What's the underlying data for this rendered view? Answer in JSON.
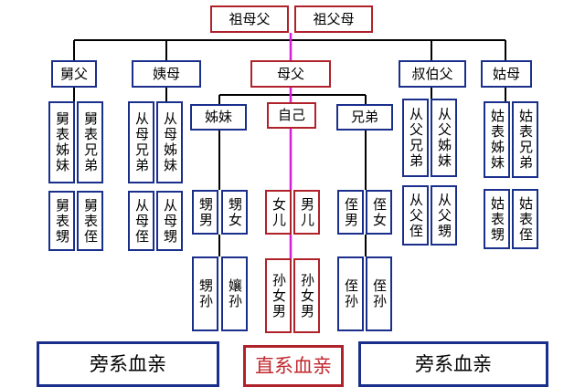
{
  "colors": {
    "blue": "#1a2f8c",
    "red": "#b0222b",
    "line": "#000000",
    "magenta": "#d51fd5"
  },
  "top": {
    "paternal_grandparents": "祖父母",
    "maternal_grandparents": "祖母父"
  },
  "uncle_maternal": "舅父",
  "aunt_maternal": "姨母",
  "parents": "母父",
  "uncle_paternal": "叔伯父",
  "aunt_paternal": "姑母",
  "sister": "姊妹",
  "self": "自己",
  "brother": "兄弟",
  "col_maternal_uncle": {
    "a": "舅表姊妹",
    "b": "舅表兄弟",
    "c": "舅表甥",
    "d": "舅表侄"
  },
  "col_maternal_aunt": {
    "a": "从母兄弟",
    "b": "从母姊妹",
    "c": "从母侄",
    "d": "从母甥"
  },
  "col_sister": {
    "a": "甥男",
    "b": "甥女",
    "c": "甥孙",
    "d": "孃孙"
  },
  "col_self": {
    "a": "女儿",
    "b": "男儿",
    "c": "孙女男",
    "d": "孙女男"
  },
  "col_brother": {
    "a": "侄男",
    "b": "侄女",
    "c": "侄孙",
    "d": "侄孙"
  },
  "col_paternal_uncle": {
    "a": "从父兄弟",
    "b": "从父姊妹",
    "c": "从父侄",
    "d": "从父甥"
  },
  "col_paternal_aunt": {
    "a": "姑表姊妹",
    "b": "姑表兄弟",
    "c": "姑表甥",
    "d": "姑表侄"
  },
  "footer": {
    "left": "旁系血亲",
    "center": "直系血亲",
    "right": "旁系血亲"
  }
}
